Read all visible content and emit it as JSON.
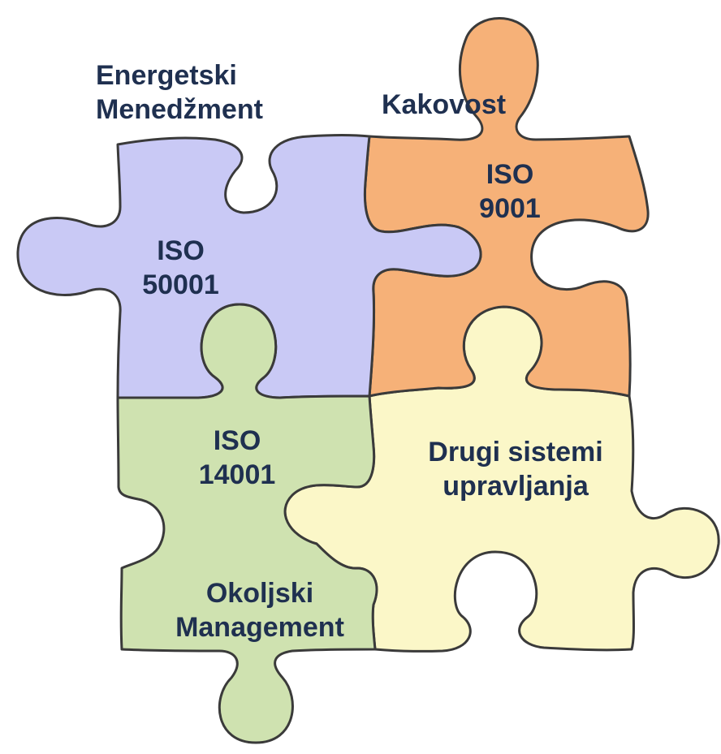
{
  "pieces": [
    {
      "id": "energy",
      "color": "#c9c9f5",
      "title_lines": [
        "Energetski",
        "Menedžment"
      ],
      "standard_lines": [
        "ISO",
        "50001"
      ]
    },
    {
      "id": "quality",
      "color": "#f6b178",
      "title_lines": [
        "Kakovost"
      ],
      "standard_lines": [
        "ISO",
        "9001"
      ]
    },
    {
      "id": "environment",
      "color": "#cfe2b0",
      "title_lines": [
        "Okoljski",
        "Management"
      ],
      "standard_lines": [
        "ISO",
        "14001"
      ]
    },
    {
      "id": "other",
      "color": "#fbf7c8",
      "title_lines": [
        "Drugi sistemi",
        "upravljanja"
      ]
    }
  ]
}
